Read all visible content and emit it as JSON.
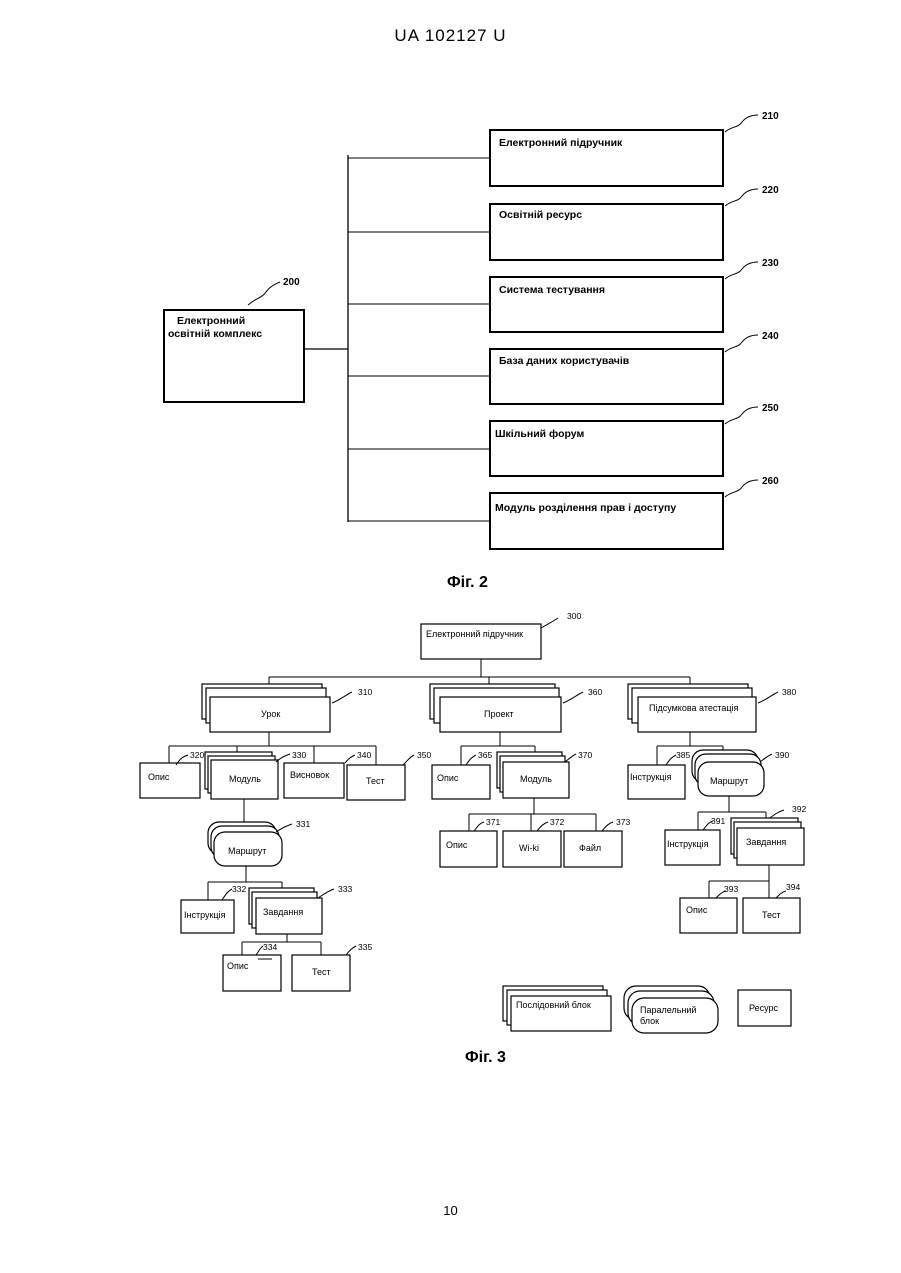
{
  "header": "UA   102127   U",
  "page_number": "10",
  "fig2": {
    "caption": "Фіг. 2",
    "root": {
      "ref": "200",
      "line1": "Електронний",
      "line2": "освітній комплекс"
    },
    "items": [
      {
        "ref": "210",
        "label": "Електронний підручник"
      },
      {
        "ref": "220",
        "label": "Освітній ресурс"
      },
      {
        "ref": "230",
        "label": "Система тестування"
      },
      {
        "ref": "240",
        "label": "База даних користувачів"
      },
      {
        "ref": "250",
        "label": "Шкільний форум"
      },
      {
        "ref": "260",
        "label": "Модуль розділення прав і доступу"
      }
    ]
  },
  "fig3": {
    "caption": "Фіг. 3",
    "root": {
      "ref": "300",
      "label": "Електронний підручник"
    },
    "branches": [
      {
        "ref": "310",
        "label": "Урок"
      },
      {
        "ref": "360",
        "label": "Проект"
      },
      {
        "ref": "380",
        "label": "Підсумкова атестація"
      }
    ],
    "lesson": [
      {
        "ref": "320",
        "label": "Опис"
      },
      {
        "ref": "330",
        "label": "Модуль"
      },
      {
        "ref": "340",
        "label": "Висновок"
      },
      {
        "ref": "350",
        "label": "Тест"
      }
    ],
    "lesson_route": {
      "ref": "331",
      "label": "Маршрут"
    },
    "lesson_route_children": [
      {
        "ref": "332",
        "label": "Інструкція"
      },
      {
        "ref": "333",
        "label": "Завдання"
      }
    ],
    "lesson_task_children": [
      {
        "ref": "334",
        "label": "Опис"
      },
      {
        "ref": "335",
        "label": "Тест"
      }
    ],
    "project": [
      {
        "ref": "365",
        "label": "Опис"
      },
      {
        "ref": "370",
        "label": "Модуль"
      }
    ],
    "project_module_children": [
      {
        "ref": "371",
        "label": "Опис"
      },
      {
        "ref": "372",
        "label": "Wi-ki"
      },
      {
        "ref": "373",
        "label": "Файл"
      }
    ],
    "attestation": [
      {
        "ref": "385",
        "label": "Інструкція"
      },
      {
        "ref": "390",
        "label": "Маршрут"
      }
    ],
    "attestation_route_children": [
      {
        "ref": "391",
        "label": "Інструкція"
      },
      {
        "ref": "392",
        "label": "Завдання"
      }
    ],
    "attestation_task_children": [
      {
        "ref": "393",
        "label": "Опис"
      },
      {
        "ref": "394",
        "label": "Тест"
      }
    ],
    "legend": {
      "sequential": "Послідовний блок",
      "parallel_line1": "Паралельний",
      "parallel_line2": "блок",
      "resource": "Ресурс"
    }
  }
}
